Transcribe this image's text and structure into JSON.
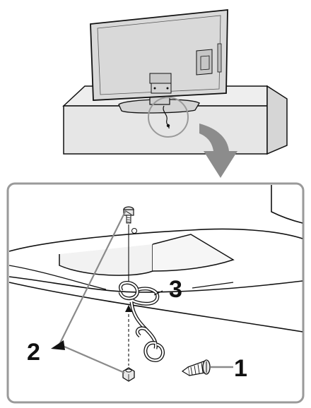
{
  "callouts": {
    "anchor_screw": "1",
    "bolt_and_nut": "2",
    "cord": "3"
  },
  "colors": {
    "outline": "#111111",
    "tv_back_fill": "#d9d9d9",
    "stand_fill": "#cfcfcf",
    "rack_fill": "#e6e6e6",
    "detail_fill": "#eeeeee",
    "arrow_fill": "#8c8c8c",
    "leader_line": "#8a8a8a",
    "magnifier_circle": "#9a9a9a"
  },
  "icons": {
    "arrow": "curved-down-arrow",
    "magnifier": "magnifier-circle",
    "detail_frame": "rounded-rectangle"
  }
}
